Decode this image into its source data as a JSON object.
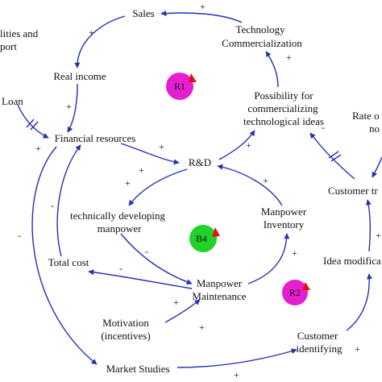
{
  "nodes": {
    "sales": "Sales",
    "tech_comm_1": "Technology",
    "tech_comm_2": "Commercialization",
    "facilities_1": "lities and",
    "facilities_2": "port",
    "real_income": "Real income",
    "loan": "Loan",
    "financial_resources": "Financial resources",
    "possibility_1": "Possibility for",
    "possibility_2": "commercializing",
    "possibility_3": "technological ideas",
    "rate_1": "Rate o",
    "rate_2": "no",
    "rd": "R&D",
    "customer_tr": "Customer tr",
    "tech_dev_1": "technically developing",
    "tech_dev_2": "manpower",
    "manpower_inv_1": "Manpower",
    "manpower_inv_2": "Inventory",
    "total_cost": "Total cost",
    "idea_mod": "Idea modifica",
    "manpower_maint_1": "Manpower",
    "manpower_maint_2": "Maintenance",
    "motivation_1": "Motivation",
    "motivation_2": "(incentives)",
    "customer_id_1": "Customer",
    "customer_id_2": "identifying",
    "market_studies": "Market Studies"
  },
  "loops": [
    {
      "label": "R1",
      "color": "#e61ecf"
    },
    {
      "label": "B4",
      "color": "#22d12a"
    },
    {
      "label": "R2",
      "color": "#e61ecf"
    }
  ],
  "signs": {
    "plus": "+",
    "minus": "-"
  },
  "colors": {
    "arrow": "#2330b0",
    "loop_marker": "#e21010"
  }
}
